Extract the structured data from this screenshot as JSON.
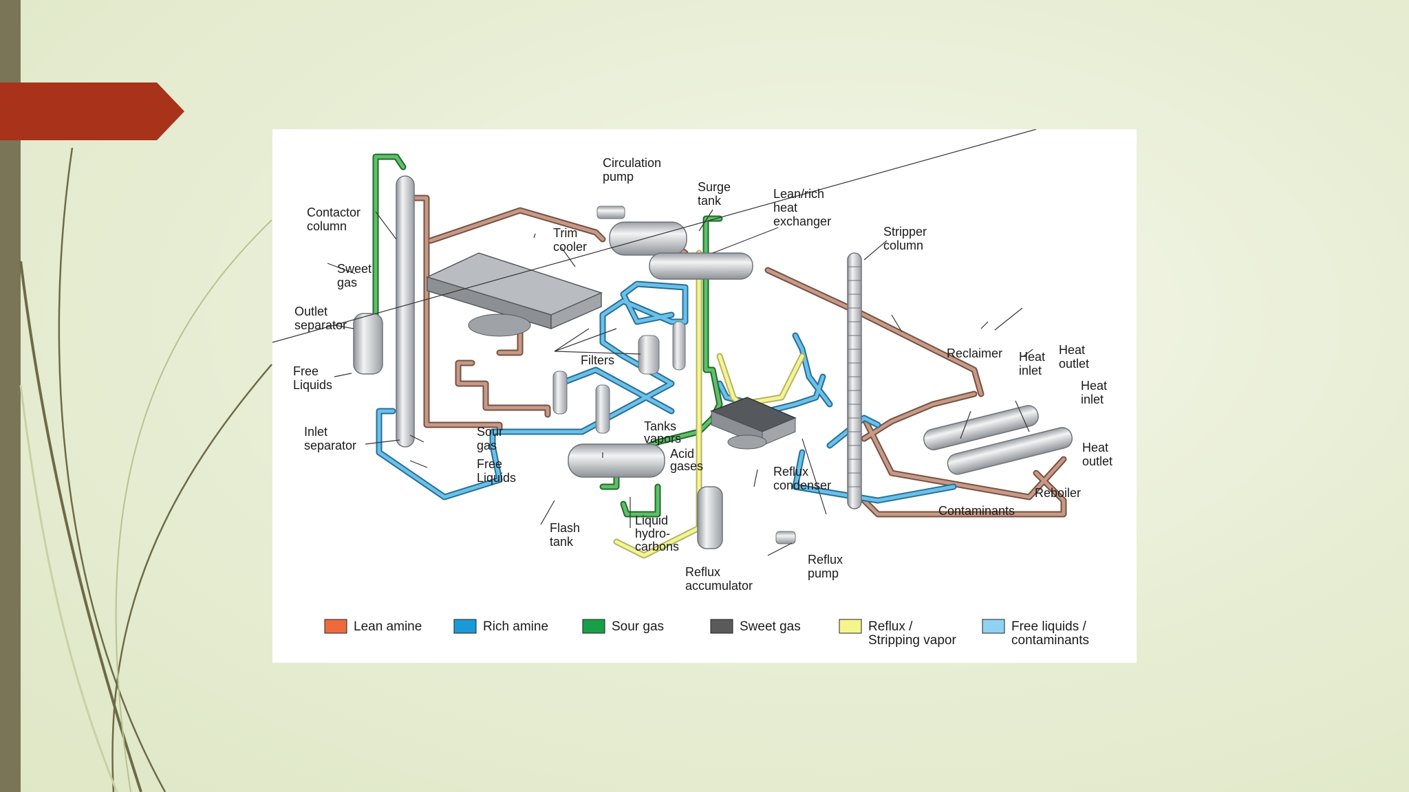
{
  "colors": {
    "lean_amine": "#b07a66",
    "rich_amine": "#3e97c4",
    "sour_gas": "#3f9a4a",
    "sweet_gas": "#5a5a5a",
    "reflux": "#f1f19a",
    "free_liquids": "#90d0f0",
    "accent_tab": "#a8321a"
  },
  "labels": {
    "contactor_column": [
      "Contactor",
      "column"
    ],
    "sweet_gas": [
      "Sweet",
      "gas"
    ],
    "outlet_separator": [
      "Outlet",
      "separator"
    ],
    "free_liquids_left": [
      "Free",
      "Liquids"
    ],
    "inlet_separator": [
      "Inlet",
      "separator"
    ],
    "sour_gas": [
      "Sour",
      "gas"
    ],
    "free_liquids_bottom": [
      "Free",
      "Liquids"
    ],
    "circulation_pump": [
      "Circulation",
      "pump"
    ],
    "surge_tank": [
      "Surge",
      "tank"
    ],
    "lean_rich_exchanger": [
      "Lean/rich",
      "heat",
      "exchanger"
    ],
    "trim_cooler": [
      "Trim",
      "cooler"
    ],
    "filters": [
      "Filters"
    ],
    "tanks_vapors": [
      "Tanks",
      "vapors"
    ],
    "acid_gases": [
      "Acid",
      "gases"
    ],
    "flash_tank": [
      "Flash",
      "tank"
    ],
    "liquid_hydrocarbons": [
      "Liquid",
      "hydro-",
      "carbons"
    ],
    "reflux_accumulator": [
      "Reflux",
      "accumulator"
    ],
    "reflux_condenser": [
      "Reflux",
      "condenser"
    ],
    "reflux_pump": [
      "Reflux",
      "pump"
    ],
    "stripper_column": [
      "Stripper",
      "column"
    ],
    "reclaimer": [
      "Reclaimer"
    ],
    "heat_inlet_top": [
      "Heat",
      "inlet"
    ],
    "heat_outlet_top": [
      "Heat",
      "outlet"
    ],
    "heat_inlet_right": [
      "Heat",
      "inlet"
    ],
    "heat_outlet_right": [
      "Heat",
      "outlet"
    ],
    "reboiler": [
      "Reboiler"
    ],
    "contaminants": [
      "Contaminants"
    ]
  },
  "legend": [
    {
      "lines": [
        "Lean amine"
      ],
      "color": "#ee6a3c"
    },
    {
      "lines": [
        "Rich amine"
      ],
      "color": "#1a9ad6"
    },
    {
      "lines": [
        "Sour gas"
      ],
      "color": "#17a048"
    },
    {
      "lines": [
        "Sweet gas"
      ],
      "color": "#5a5a5a"
    },
    {
      "lines": [
        "Reflux /",
        "Stripping vapor"
      ],
      "color": "#f6f58c"
    },
    {
      "lines": [
        "Free liquids /",
        "contaminants"
      ],
      "color": "#8fd3f2"
    }
  ]
}
